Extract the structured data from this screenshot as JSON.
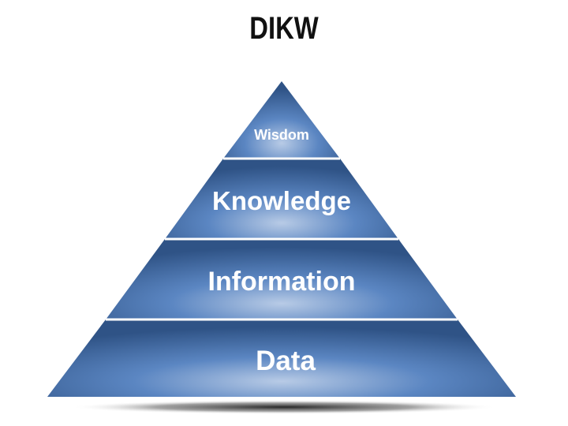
{
  "title": "DIKW",
  "levels": [
    {
      "id": "wisdom",
      "label": "Wisdom"
    },
    {
      "id": "knowledge",
      "label": "Knowledge"
    },
    {
      "id": "information",
      "label": "Information"
    },
    {
      "id": "data",
      "label": "Data"
    }
  ],
  "colors": {
    "fill_light": "#b8cbe6",
    "fill_mid": "#5b86c2",
    "fill_dark": "#2f5386",
    "separator": "#ffffff",
    "label": "#ffffff",
    "title": "#111111"
  }
}
